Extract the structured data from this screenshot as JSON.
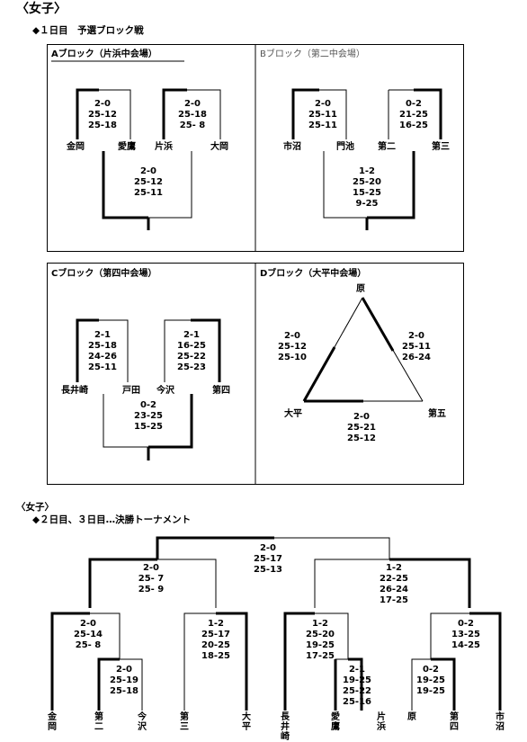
{
  "header": "〈女子〉",
  "day1_title": "◆１日目　予選ブロック戦",
  "blocks": {
    "A": {
      "title": "Aブロック（片浜中会場）",
      "match1": [
        "2-0",
        "25-12",
        "25-18"
      ],
      "match2": [
        "2-0",
        "25-18",
        "25- 8"
      ],
      "final": [
        "2-0",
        "25-12",
        "25-11"
      ],
      "teams": [
        "金岡",
        "愛鷹",
        "片浜",
        "大岡"
      ]
    },
    "B": {
      "title": "Bブロック（第二中会場）",
      "match1": [
        "2-0",
        "25-11",
        "25-11"
      ],
      "match2": [
        "0-2",
        "21-25",
        "16-25"
      ],
      "final": [
        "1-2",
        "25-20",
        "15-25",
        "9-25"
      ],
      "teams": [
        "市沼",
        "門池",
        "第二",
        "第三"
      ]
    },
    "C": {
      "title": "Cブロック（第四中会場）",
      "match1": [
        "2-1",
        "25-18",
        "24-26",
        "25-11"
      ],
      "match2": [
        "2-1",
        "16-25",
        "25-22",
        "25-23"
      ],
      "final": [
        "0-2",
        "23-25",
        "15-25"
      ],
      "teams": [
        "長井崎",
        "戸田",
        "今沢",
        "第四"
      ]
    },
    "D": {
      "title": "Dブロック（大平中会場）",
      "top": "原",
      "left": "大平",
      "right": "第五",
      "left_score": [
        "2-0",
        "25-12",
        "25-10"
      ],
      "right_score": [
        "2-0",
        "25-11",
        "26-24"
      ],
      "bottom_score": [
        "2-0",
        "25-21",
        "25-12"
      ]
    }
  },
  "tournament": {
    "header": "〈女子〉",
    "title": "◆２日目、３日目…決勝トーナメント",
    "final": [
      "2-0",
      "25-17",
      "25-13"
    ],
    "semi_left": [
      "2-0",
      "25- 7",
      "25- 9"
    ],
    "semi_right": [
      "1-2",
      "22-25",
      "26-24",
      "17-25"
    ],
    "qf1": [
      "2-0",
      "25-14",
      "25- 8"
    ],
    "qf2": [
      "1-2",
      "25-17",
      "20-25",
      "18-25"
    ],
    "qf3": [
      "1-2",
      "25-20",
      "19-25",
      "17-25"
    ],
    "qf4": [
      "0-2",
      "13-25",
      "14-25"
    ],
    "r1a": [
      "2-0",
      "25-19",
      "25-18"
    ],
    "r1b": [
      "2-1",
      "19-25",
      "25-22",
      "25-16"
    ],
    "r1c": [
      "0-2",
      "19-25",
      "19-25"
    ],
    "teams": [
      "金岡",
      "第二",
      "今沢",
      "第三",
      "大平",
      "長井崎",
      "愛鷹",
      "片浜",
      "原",
      "第四",
      "市沼"
    ]
  }
}
